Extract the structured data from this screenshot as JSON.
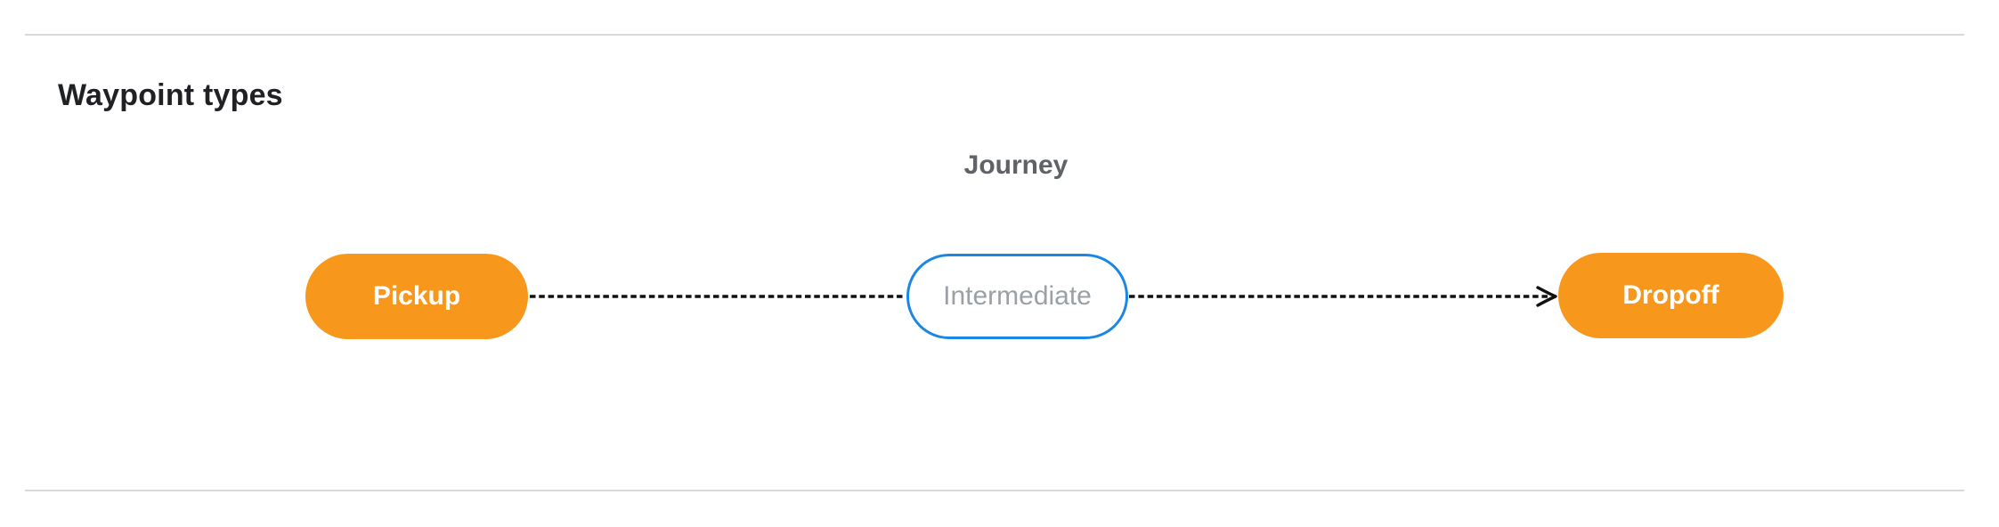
{
  "page": {
    "heading": "Waypoint types"
  },
  "diagram": {
    "title": "Journey",
    "nodes": [
      {
        "id": "pickup",
        "label": "Pickup",
        "type": "terminal"
      },
      {
        "id": "intermediate",
        "label": "Intermediate",
        "type": "intermediate"
      },
      {
        "id": "dropoff",
        "label": "Dropoff",
        "type": "terminal"
      }
    ],
    "connections": [
      {
        "from": "pickup",
        "to": "intermediate",
        "style": "dashed",
        "arrow": false
      },
      {
        "from": "intermediate",
        "to": "dropoff",
        "style": "dashed",
        "arrow": true
      }
    ],
    "colors": {
      "heading_text": "#202124",
      "diagram_title_text": "#5f6368",
      "terminal_fill": "#f7981d",
      "terminal_text": "#ffffff",
      "intermediate_border": "#1b87e5",
      "intermediate_text": "#9aa0a6",
      "connector": "#111111",
      "divider": "#d9d9d9"
    }
  }
}
